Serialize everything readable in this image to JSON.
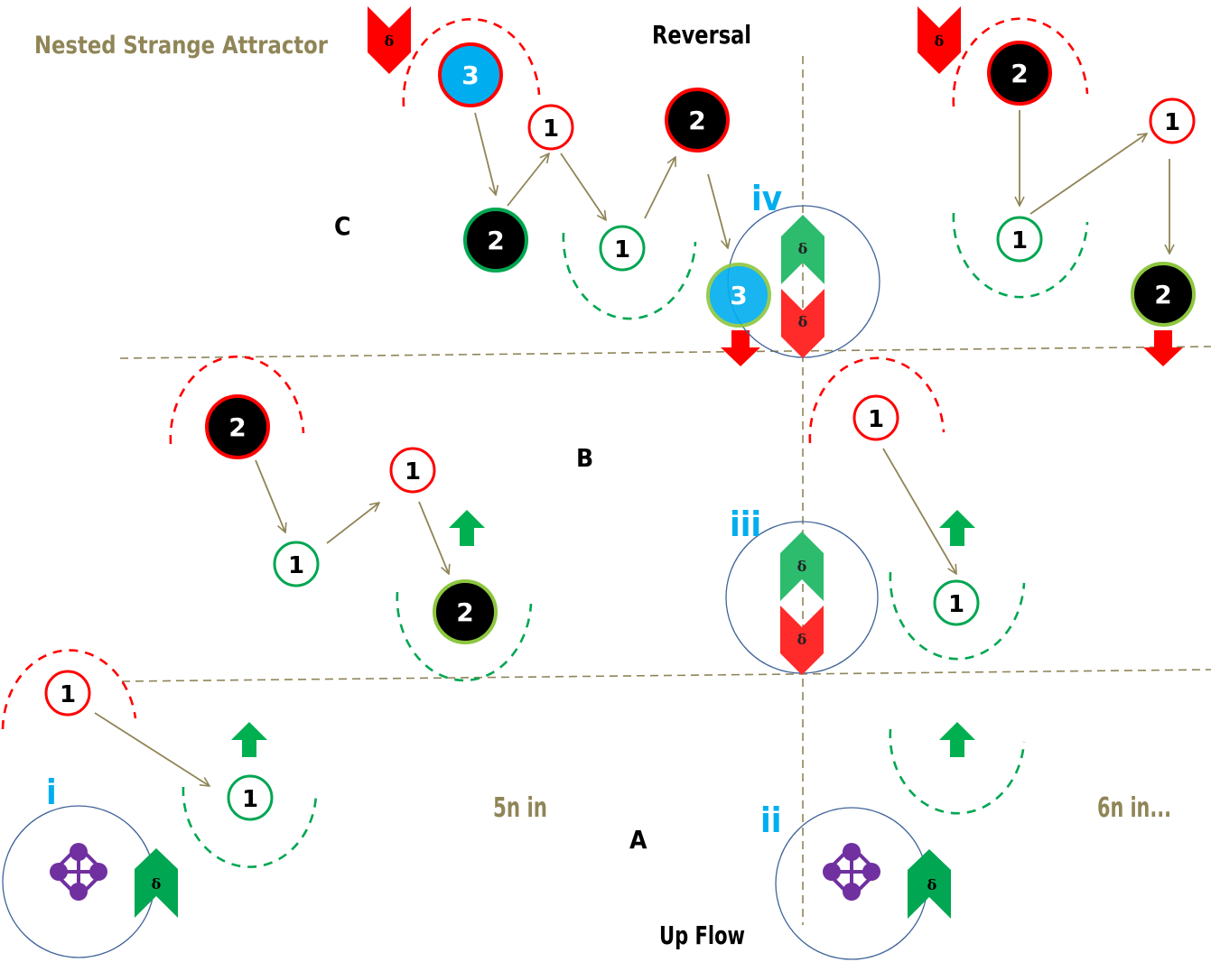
{
  "title": "Nested Strange Attractor",
  "labels": {
    "reversal": "Reversal",
    "up_flow": "Up Flow",
    "zone_a": "A",
    "zone_b": "B",
    "zone_c": "C",
    "five_n_in": "5n in",
    "six_n_in": "6n in...",
    "roman_i": "i",
    "roman_ii": "ii",
    "roman_iii": "iii",
    "roman_iv": "iv",
    "delta": "δ"
  },
  "colors": {
    "title": "#8f8557",
    "red": "#ff0000",
    "green": "#00a651",
    "light_green": "#8dc63f",
    "blue": "#00aeef",
    "purple": "#7030a0",
    "arrow": "#8f8557",
    "divider": "#8f8557",
    "circle_outline": "#41659a",
    "badge_green": "#2dbb6e",
    "badge_red": "#ff2a2a"
  },
  "nodes": [
    {
      "id": "c1",
      "value": "3",
      "style": "blue-red",
      "zone": "C"
    },
    {
      "id": "c2",
      "value": "2",
      "style": "black-green",
      "zone": "C"
    },
    {
      "id": "c3",
      "value": "1",
      "style": "white-red",
      "zone": "C"
    },
    {
      "id": "c4",
      "value": "1",
      "style": "white-green",
      "zone": "C"
    },
    {
      "id": "c5",
      "value": "2",
      "style": "black-red",
      "zone": "C"
    },
    {
      "id": "c6",
      "value": "3",
      "style": "blue-lightgreen",
      "zone": "C"
    },
    {
      "id": "r1",
      "value": "2",
      "style": "black-red",
      "zone": "Reversal"
    },
    {
      "id": "r2",
      "value": "1",
      "style": "white-green",
      "zone": "Reversal"
    },
    {
      "id": "r3",
      "value": "1",
      "style": "white-red",
      "zone": "Reversal"
    },
    {
      "id": "r4",
      "value": "2",
      "style": "black-lightgreen",
      "zone": "Reversal"
    },
    {
      "id": "b1",
      "value": "2",
      "style": "black-red",
      "zone": "B"
    },
    {
      "id": "b2",
      "value": "1",
      "style": "white-green",
      "zone": "B"
    },
    {
      "id": "b3",
      "value": "1",
      "style": "white-red",
      "zone": "B"
    },
    {
      "id": "b4",
      "value": "2",
      "style": "black-lightgreen",
      "zone": "B"
    },
    {
      "id": "rb1",
      "value": "1",
      "style": "white-red",
      "zone": "B-right"
    },
    {
      "id": "rb2",
      "value": "1",
      "style": "white-green",
      "zone": "B-right"
    },
    {
      "id": "a1",
      "value": "1",
      "style": "white-red",
      "zone": "A"
    },
    {
      "id": "a2",
      "value": "1",
      "style": "white-green",
      "zone": "A"
    }
  ],
  "edges": [
    [
      "c1",
      "c2"
    ],
    [
      "c2",
      "c3"
    ],
    [
      "c3",
      "c4"
    ],
    [
      "c4",
      "c5"
    ],
    [
      "c5",
      "c6"
    ],
    [
      "r1",
      "r2"
    ],
    [
      "r2",
      "r3"
    ],
    [
      "r3",
      "r4"
    ],
    [
      "b1",
      "b2"
    ],
    [
      "b2",
      "b3"
    ],
    [
      "b3",
      "b4"
    ],
    [
      "rb1",
      "rb2"
    ],
    [
      "a1",
      "a2"
    ]
  ]
}
